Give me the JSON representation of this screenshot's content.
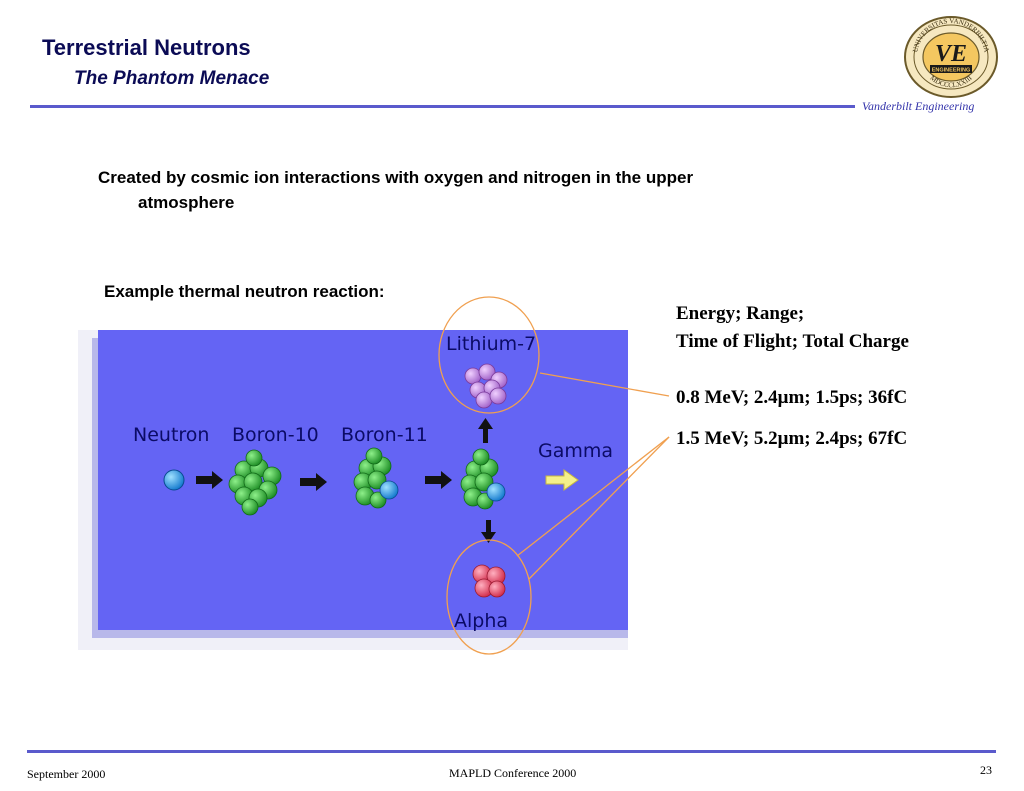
{
  "header": {
    "title": "Terrestrial Neutrons",
    "subtitle": "The Phantom Menace",
    "brand": "Vanderbilt Engineering",
    "seal": {
      "ring_top": "UNIVERSITAS VANDERBILTIA",
      "ring_bottom": "MDCCCLXXIII",
      "monogram": "VE",
      "band": "ENGINEERING"
    }
  },
  "body": {
    "bullet_line1": "Created by cosmic ion interactions with oxygen and nitrogen in the upper",
    "bullet_line2": "atmosphere",
    "example_label": "Example thermal neutron reaction:"
  },
  "diagram": {
    "labels": {
      "neutron": "Neutron",
      "boron10": "Boron-10",
      "boron11": "Boron-11",
      "lithium7": "Lithium-7",
      "gamma": "Gamma",
      "alpha": "Alpha"
    },
    "colors": {
      "background": "#6464f4",
      "neutron": "#1e8fe6",
      "boron": "#2fb23a",
      "lithium": "#c58ae0",
      "alpha": "#e84a6a",
      "gamma_arrow": "#f4f08a",
      "highlight": "#f0a050"
    }
  },
  "properties": {
    "header_line1": "Energy;  Range;",
    "header_line2": "Time of Flight; Total Charge",
    "row1": "0.8 MeV; 2.4μm; 1.5ps; 36fC",
    "row2": "1.5 MeV; 5.2μm; 2.4ps; 67fC"
  },
  "footer": {
    "date": "September 2000",
    "conference": "MAPLD Conference 2000",
    "page": "23"
  }
}
